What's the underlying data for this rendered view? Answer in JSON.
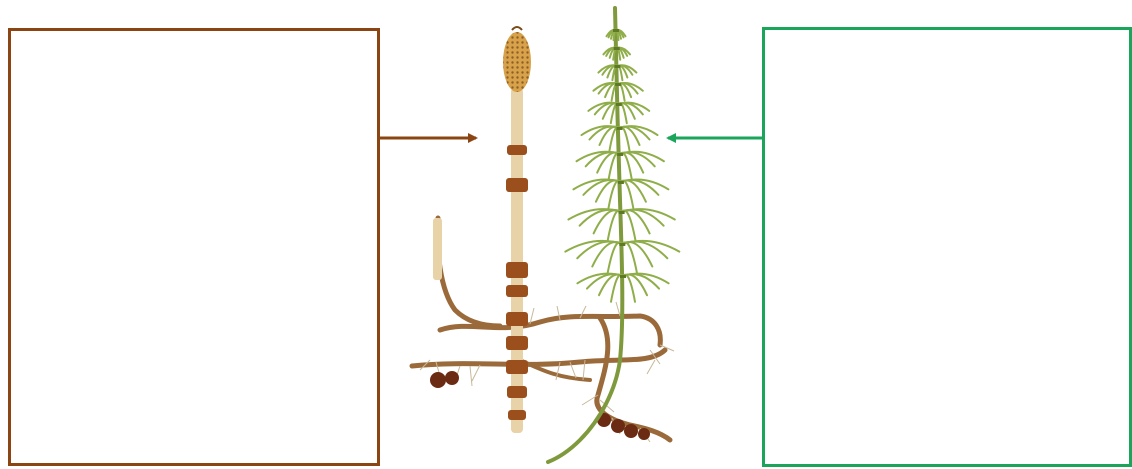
{
  "diagram": {
    "subject": "horsetail-plant-illustration",
    "parts": [
      {
        "id": "fertile-stem",
        "label": ""
      },
      {
        "id": "sterile-stem",
        "label": ""
      }
    ]
  },
  "colors": {
    "left_box_border": "#8b4513",
    "right_box_border": "#1aa55a",
    "fertile_stem": "#e8d2a8",
    "fertile_band": "#9a4f1c",
    "strobilus": "#d7a24a",
    "sterile_stem": "#7f9a3c",
    "sterile_branch": "#8fae4a",
    "rhizome": "#9b6a3a",
    "tuber": "#6b2a12",
    "root_hair": "#c8b89a"
  }
}
